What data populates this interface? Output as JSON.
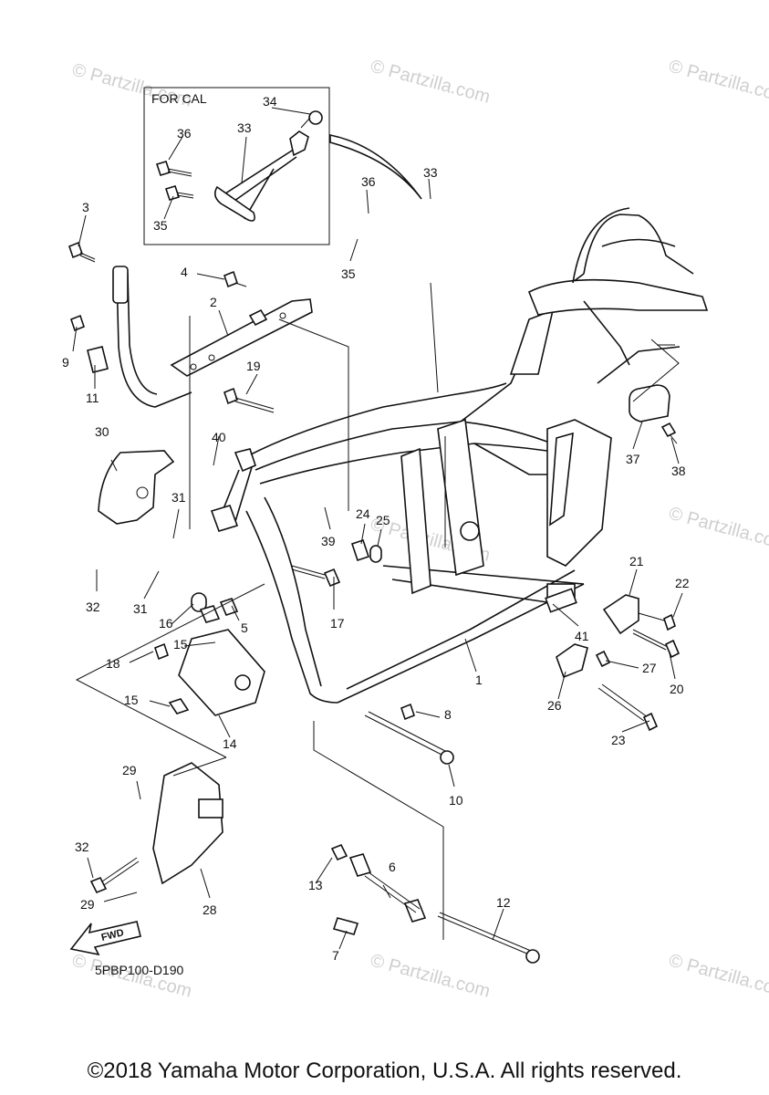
{
  "inset": {
    "title": "FOR CAL"
  },
  "part_code": "5PBP100-D190",
  "fwd_label": "FWD",
  "watermark": "© Partzilla.com",
  "copyright": "©2018 Yamaha Motor Corporation, U.S.A. All rights reserved.",
  "callouts": {
    "c1": "1",
    "c2": "2",
    "c3": "3",
    "c4": "4",
    "c5": "5",
    "c6": "6",
    "c7": "7",
    "c8": "8",
    "c9": "9",
    "c10": "10",
    "c11": "11",
    "c12": "12",
    "c13": "13",
    "c14": "14",
    "c15a": "15",
    "c15b": "15",
    "c16": "16",
    "c17": "17",
    "c18": "18",
    "c19": "19",
    "c20": "20",
    "c21": "21",
    "c22": "22",
    "c23": "23",
    "c24": "24",
    "c25": "25",
    "c26": "26",
    "c27": "27",
    "c28": "28",
    "c29a": "29",
    "c29b": "29",
    "c30": "30",
    "c31a": "31",
    "c31b": "31",
    "c32a": "32",
    "c32b": "32",
    "c33a": "33",
    "c33b": "33",
    "c34": "34",
    "c35a": "35",
    "c35b": "35",
    "c36a": "36",
    "c36b": "36",
    "c37": "37",
    "c38": "38",
    "c39": "39",
    "c40": "40",
    "c41": "41"
  }
}
